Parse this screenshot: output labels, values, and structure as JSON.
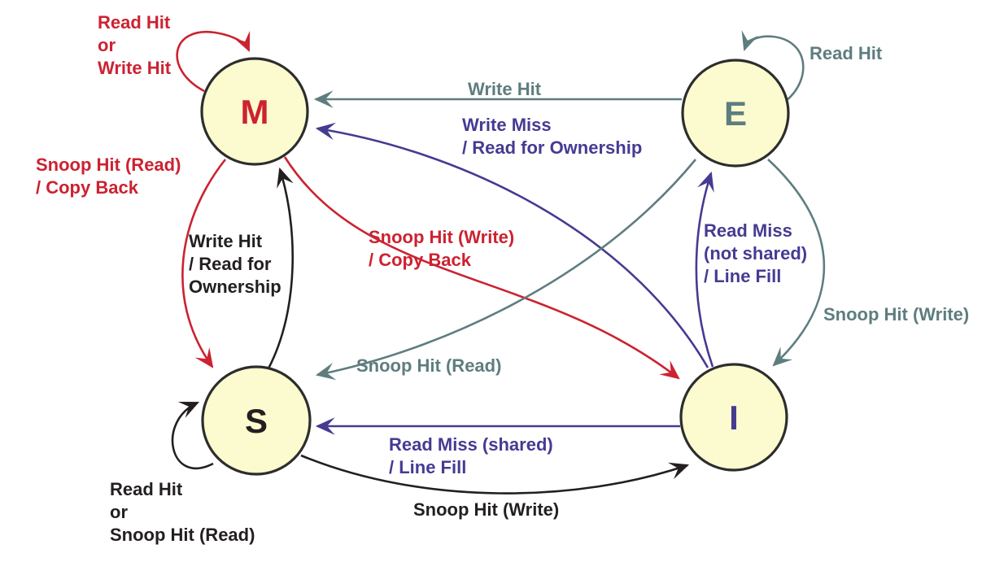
{
  "diagram_type": "state-machine",
  "colors": {
    "red": "#cc2231",
    "gray": "#5e7d7f",
    "purple": "#453b92",
    "black": "#231f20",
    "node_fill": "#fbfbcf",
    "node_stroke": "#2d2d2d"
  },
  "states": {
    "m": {
      "label": "M"
    },
    "e": {
      "label": "E"
    },
    "s": {
      "label": "S"
    },
    "i": {
      "label": "I"
    }
  },
  "transitions": {
    "m_self": {
      "from": "M",
      "to": "M",
      "color": "red",
      "label": "Read Hit\nor\nWrite Hit"
    },
    "e_to_m": {
      "from": "E",
      "to": "M",
      "color": "gray",
      "label": "Write Hit"
    },
    "i_to_m": {
      "from": "I",
      "to": "M",
      "color": "purple",
      "label": "Write Miss\n/ Read for Ownership"
    },
    "e_self": {
      "from": "E",
      "to": "E",
      "color": "gray",
      "label": "Read Hit"
    },
    "m_to_s": {
      "from": "M",
      "to": "S",
      "color": "red",
      "label": "Snoop Hit (Read)\n/ Copy Back"
    },
    "s_to_m": {
      "from": "S",
      "to": "M",
      "color": "black",
      "label": "Write Hit\n/ Read for\nOwnership"
    },
    "m_to_i": {
      "from": "M",
      "to": "I",
      "color": "red",
      "label": "Snoop Hit (Write)\n/ Copy Back"
    },
    "e_to_s": {
      "from": "E",
      "to": "S",
      "color": "gray",
      "label": "Snoop Hit (Read)"
    },
    "i_to_e": {
      "from": "I",
      "to": "E",
      "color": "purple",
      "label": "Read Miss\n(not shared)\n/ Line Fill"
    },
    "e_to_i": {
      "from": "E",
      "to": "I",
      "color": "gray",
      "label": "Snoop Hit (Write)"
    },
    "i_to_s": {
      "from": "I",
      "to": "S",
      "color": "purple",
      "label": "Read Miss (shared)\n/ Line Fill"
    },
    "s_to_i": {
      "from": "S",
      "to": "I",
      "color": "black",
      "label": "Snoop Hit (Write)"
    },
    "s_self": {
      "from": "S",
      "to": "S",
      "color": "black",
      "label": "Read Hit\nor\nSnoop Hit (Read)"
    }
  }
}
